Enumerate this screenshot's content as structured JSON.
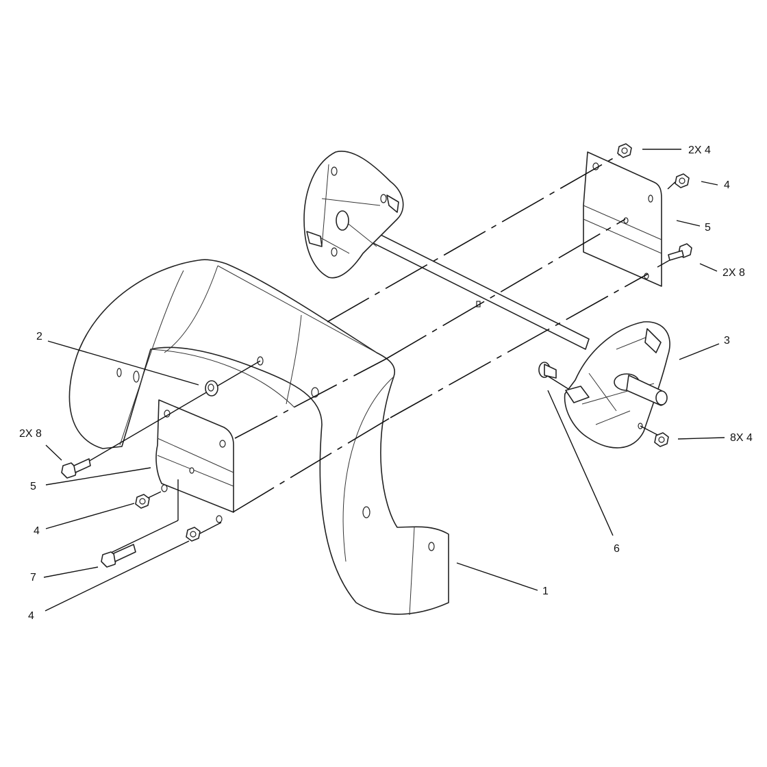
{
  "labels": {
    "l_2x4_top": "2X 4",
    "l_4_right": "4",
    "l_5_right": "5",
    "l_2x8_right": "2X 8",
    "l_3": "3",
    "l_8x4": "8X 4",
    "l_6": "6",
    "l_1": "1",
    "l_2": "2",
    "l_2x8_left": "2X 8",
    "l_5_left": "5",
    "l_4_left": "4",
    "l_7": "7",
    "l_4_bottom": "4"
  },
  "colors": {
    "line": "#222222",
    "background": "#ffffff"
  }
}
